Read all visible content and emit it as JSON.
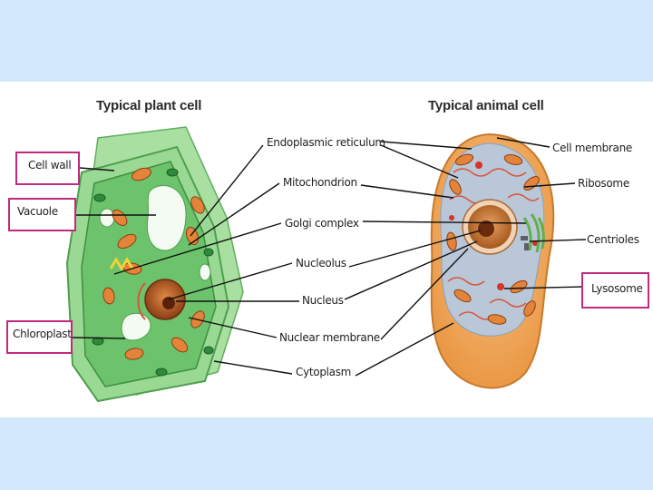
{
  "titles": {
    "plant": "Typical plant cell",
    "animal": "Typical animal cell"
  },
  "plant_boxed_labels": {
    "cell_wall": "Cell wall",
    "vacuole": "Vacuole",
    "chloroplast": "Chloroplast"
  },
  "center_labels": {
    "endoplasmic_reticulum": "Endoplasmic reticulum",
    "mitochondrion": "Mitochondrion",
    "golgi_complex": "Golgi complex",
    "nucleolus": "Nucleolus",
    "nucleus": "Nucleus",
    "nuclear_membrane": "Nuclear membrane",
    "cytoplasm": "Cytoplasm"
  },
  "animal_labels": {
    "cell_membrane": "Cell membrane",
    "ribosome": "Ribosome",
    "centrioles": "Centrioles",
    "lysosome": "Lysosome"
  },
  "colors": {
    "background": "#d3e8fb",
    "highlight_box": "#c0297f",
    "plant_wall": "#8fd48a",
    "plant_cytoplasm": "#6cc36c",
    "animal_cytoplasm": "#f2a65a",
    "nucleus": "#c0652c"
  }
}
